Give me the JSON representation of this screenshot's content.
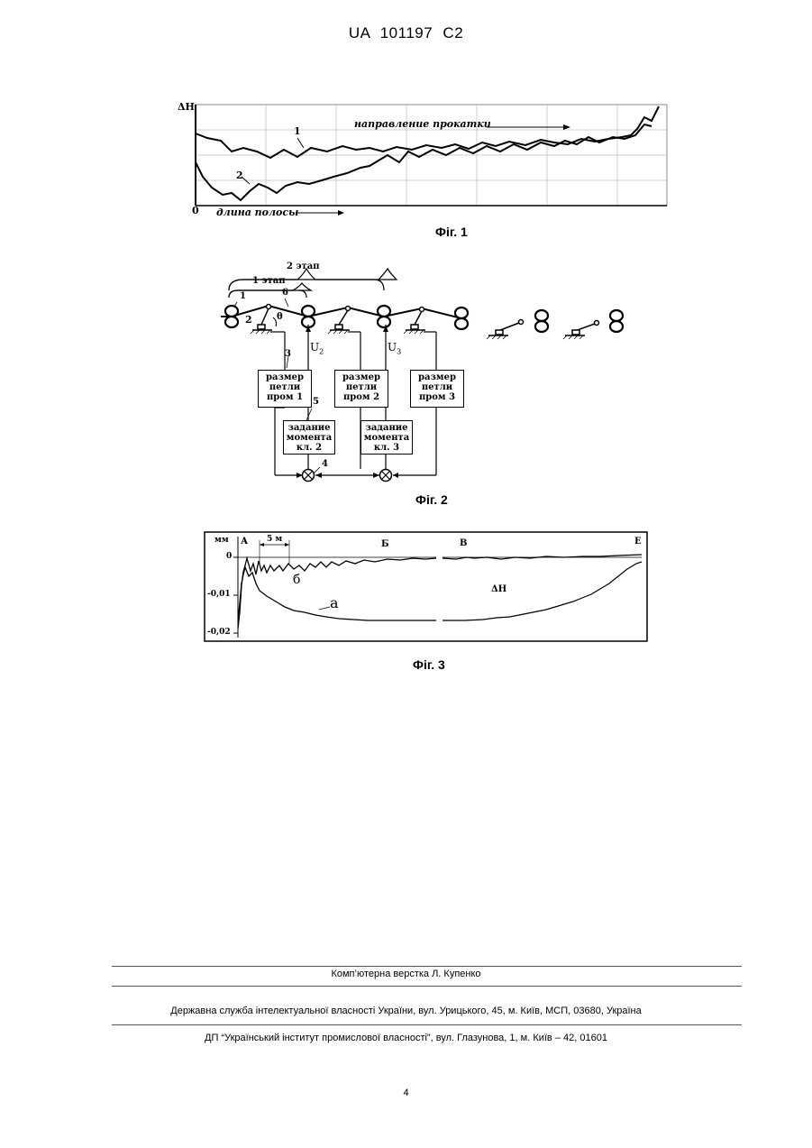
{
  "header": {
    "patent": "UA   101197   C2"
  },
  "fig1": {
    "caption": "Фiг. 1",
    "y_label": "ΔH",
    "origin_label": "0",
    "direction_label": "направление прокатки",
    "x_label": "длина полосы",
    "curve1_label": "1",
    "curve2_label": "2"
  },
  "fig2": {
    "caption": "Фiг. 2",
    "stage2": "2 этап",
    "stage1": "1 этап",
    "n1": "1",
    "n2": "2",
    "n6": "6",
    "theta": "θ",
    "n3": "3",
    "n5": "5",
    "n4": "4",
    "u2": "U",
    "u2sub": "2",
    "u3": "U",
    "u3sub": "3",
    "box1": [
      "размер",
      "петли",
      "пром 1"
    ],
    "box2": [
      "размер",
      "петли",
      "пром 2"
    ],
    "box3": [
      "размер",
      "петли",
      "пром 3"
    ],
    "box4": [
      "задание",
      "момента",
      "кл. 2"
    ],
    "box5": [
      "задание",
      "момента",
      "кл. 3"
    ]
  },
  "fig3": {
    "caption": "Фiг. 3",
    "unit": "мм",
    "tick0": "0",
    "tick1": "-0,01",
    "tick2": "-0,02",
    "A": "А",
    "B": "Б",
    "V": "В",
    "E": "Е",
    "span": "5 м",
    "curve_b": "б",
    "curve_a": "а",
    "dh": "ΔH"
  },
  "footer": {
    "layout": "Комп’ютерна верстка Л. Купенко",
    "service": "Державна служба інтелектуальної власності України, вул. Урицького, 45, м. Київ, МСП, 03680, Україна",
    "institute": "ДП “Український інститут промислової власності”, вул. Глазунова, 1, м. Київ – 42, 01601",
    "page": "4"
  }
}
